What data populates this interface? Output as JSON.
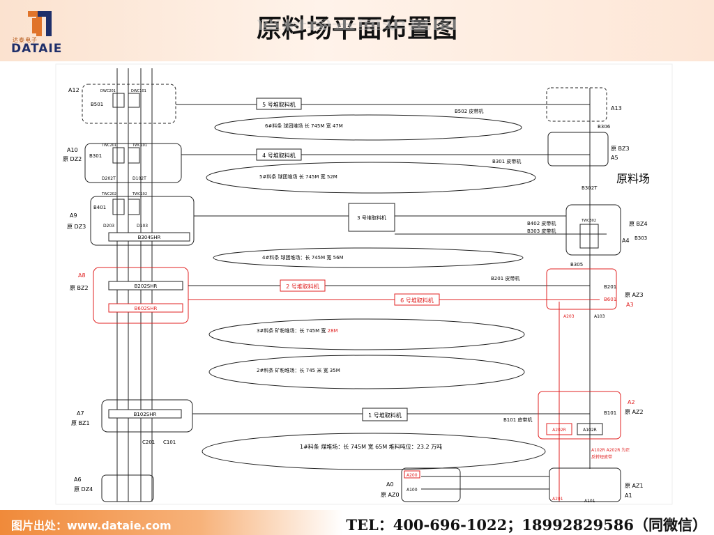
{
  "header": {
    "title": "原料场平面布置图",
    "logo_sub": "达泰电子",
    "logo_text": "DATAIE"
  },
  "footer": {
    "source": "图片出处：www.dataie.com",
    "tel": "TEL：400-696-1022；18992829586（同微信）"
  },
  "diagram": {
    "area_label": "原料场",
    "left_units": [
      {
        "id": "A12",
        "sub": "",
        "conv": "B501",
        "twc1": "DWC201",
        "twc2": "DWC101",
        "bottom1": "",
        "bottom2": "",
        "bar": ""
      },
      {
        "id": "A10",
        "sub": "原 DZ2",
        "conv": "B301",
        "twc1": "TWC201",
        "twc2": "TWC101",
        "bottom1": "D202T",
        "bottom2": "D102T",
        "bar": ""
      },
      {
        "id": "A9",
        "sub": "原 DZ3",
        "conv": "B401",
        "twc1": "TWC202",
        "twc2": "TWC102",
        "bottom1": "D203",
        "bottom2": "D103",
        "bar": "B304SHR"
      },
      {
        "id": "A8",
        "sub": "原 BZ2",
        "bar": "B202SHR",
        "bar2": "B602SHR"
      },
      {
        "id": "A7",
        "sub": "原 BZ1",
        "bar": "B102SHR",
        "bottom1": "C201",
        "bottom2": "C101"
      },
      {
        "id": "A6",
        "sub": "原 DZ4"
      }
    ],
    "right_units": [
      {
        "id": "A13",
        "top": "B502 皮带机",
        "bottom": "B306"
      },
      {
        "id": "原 BZ3",
        "sub": "A5",
        "belt": "B301 皮带机",
        "bottom": "B302T"
      },
      {
        "id": "原 BZ4",
        "sub": "A4",
        "twc": "TWC302",
        "belt1": "B402 皮带机",
        "belt2": "B303 皮带机",
        "tag": "B303",
        "bottom": "B305"
      },
      {
        "id": "原 AZ3",
        "sub": "A3",
        "belt": "B201 皮带机",
        "t1": "B201",
        "t2": "B601",
        "b1": "A203",
        "b2": "A103"
      },
      {
        "id": "原 AZ2",
        "sub": "A2",
        "belt": "B101 皮带机",
        "t1": "B101",
        "b1": "A202R",
        "b2": "A102R",
        "note1": "A102R  A202R 为正",
        "note2": "反转短皮带"
      },
      {
        "id": "原 AZ1",
        "sub": "A1",
        "b1": "A201",
        "b2": "A101",
        "left1": "A0",
        "left2": "原 AZ0",
        "tagA": "A200",
        "tagB": "A100"
      }
    ],
    "machines": [
      "5 号堆取料机",
      "4 号堆取料机",
      "3 号堆取料机",
      "2 号堆取料机",
      "6 号堆取料机",
      "1 号堆取料机"
    ],
    "yards": [
      "6#料条  球团堆场  长 745M  宽 47M",
      "5#料条  球团堆场  长 745M  宽 52M",
      "4#料条  球团堆场：长 745M  宽 56M",
      "3#料条  矿粉堆场：长 745M  宽 ",
      "2#料条  矿粉堆场：长 745 米  宽 35M",
      "1#料条  煤堆场：长 745M  宽 65M  堆料吨位：23.2 万吨"
    ],
    "yard3_width_red": "28M"
  },
  "colors": {
    "red": "#e02020",
    "line": "#222222",
    "accent_orange": "#f08a3a",
    "logo_blue": "#1f2f6a"
  }
}
